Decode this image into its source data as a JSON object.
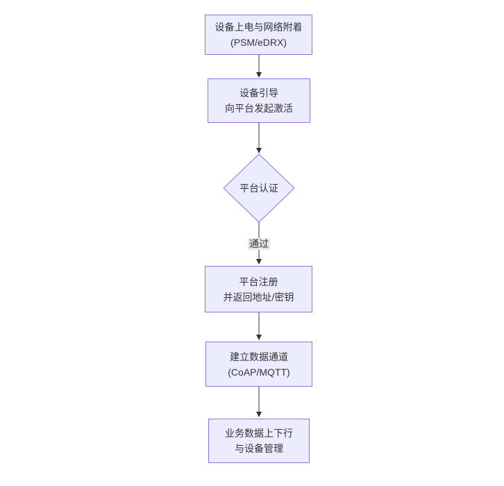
{
  "diagram": {
    "type": "flowchart",
    "direction": "top-down",
    "nodes": [
      {
        "id": "power-attach",
        "shape": "rectangle",
        "line1": "设备上电与网络附着",
        "line2": "(PSM/eDRX)"
      },
      {
        "id": "bootstrap",
        "shape": "rectangle",
        "line1": "设备引导",
        "line2": "向平台发起激活"
      },
      {
        "id": "platform-auth",
        "shape": "diamond",
        "line1": "平台认证",
        "line2": ""
      },
      {
        "id": "platform-register",
        "shape": "rectangle",
        "line1": "平台注册",
        "line2": "并返回地址/密钥"
      },
      {
        "id": "data-channel",
        "shape": "rectangle",
        "line1": "建立数据通道",
        "line2": "(CoAP/MQTT)"
      },
      {
        "id": "business-data",
        "shape": "rectangle",
        "line1": "业务数据上下行",
        "line2": "与设备管理"
      }
    ],
    "edges": [
      {
        "from": "power-attach",
        "to": "bootstrap",
        "label": ""
      },
      {
        "from": "bootstrap",
        "to": "platform-auth",
        "label": ""
      },
      {
        "from": "platform-auth",
        "to": "platform-register",
        "label": "通过"
      },
      {
        "from": "platform-register",
        "to": "data-channel",
        "label": ""
      },
      {
        "from": "data-channel",
        "to": "business-data",
        "label": ""
      }
    ],
    "colors": {
      "node_fill": "#ECECFF",
      "node_border": "#9370DB",
      "arrow": "#333333",
      "edge_label_background": "#e8e8e8",
      "text": "#333333",
      "background": "#ffffff"
    }
  }
}
